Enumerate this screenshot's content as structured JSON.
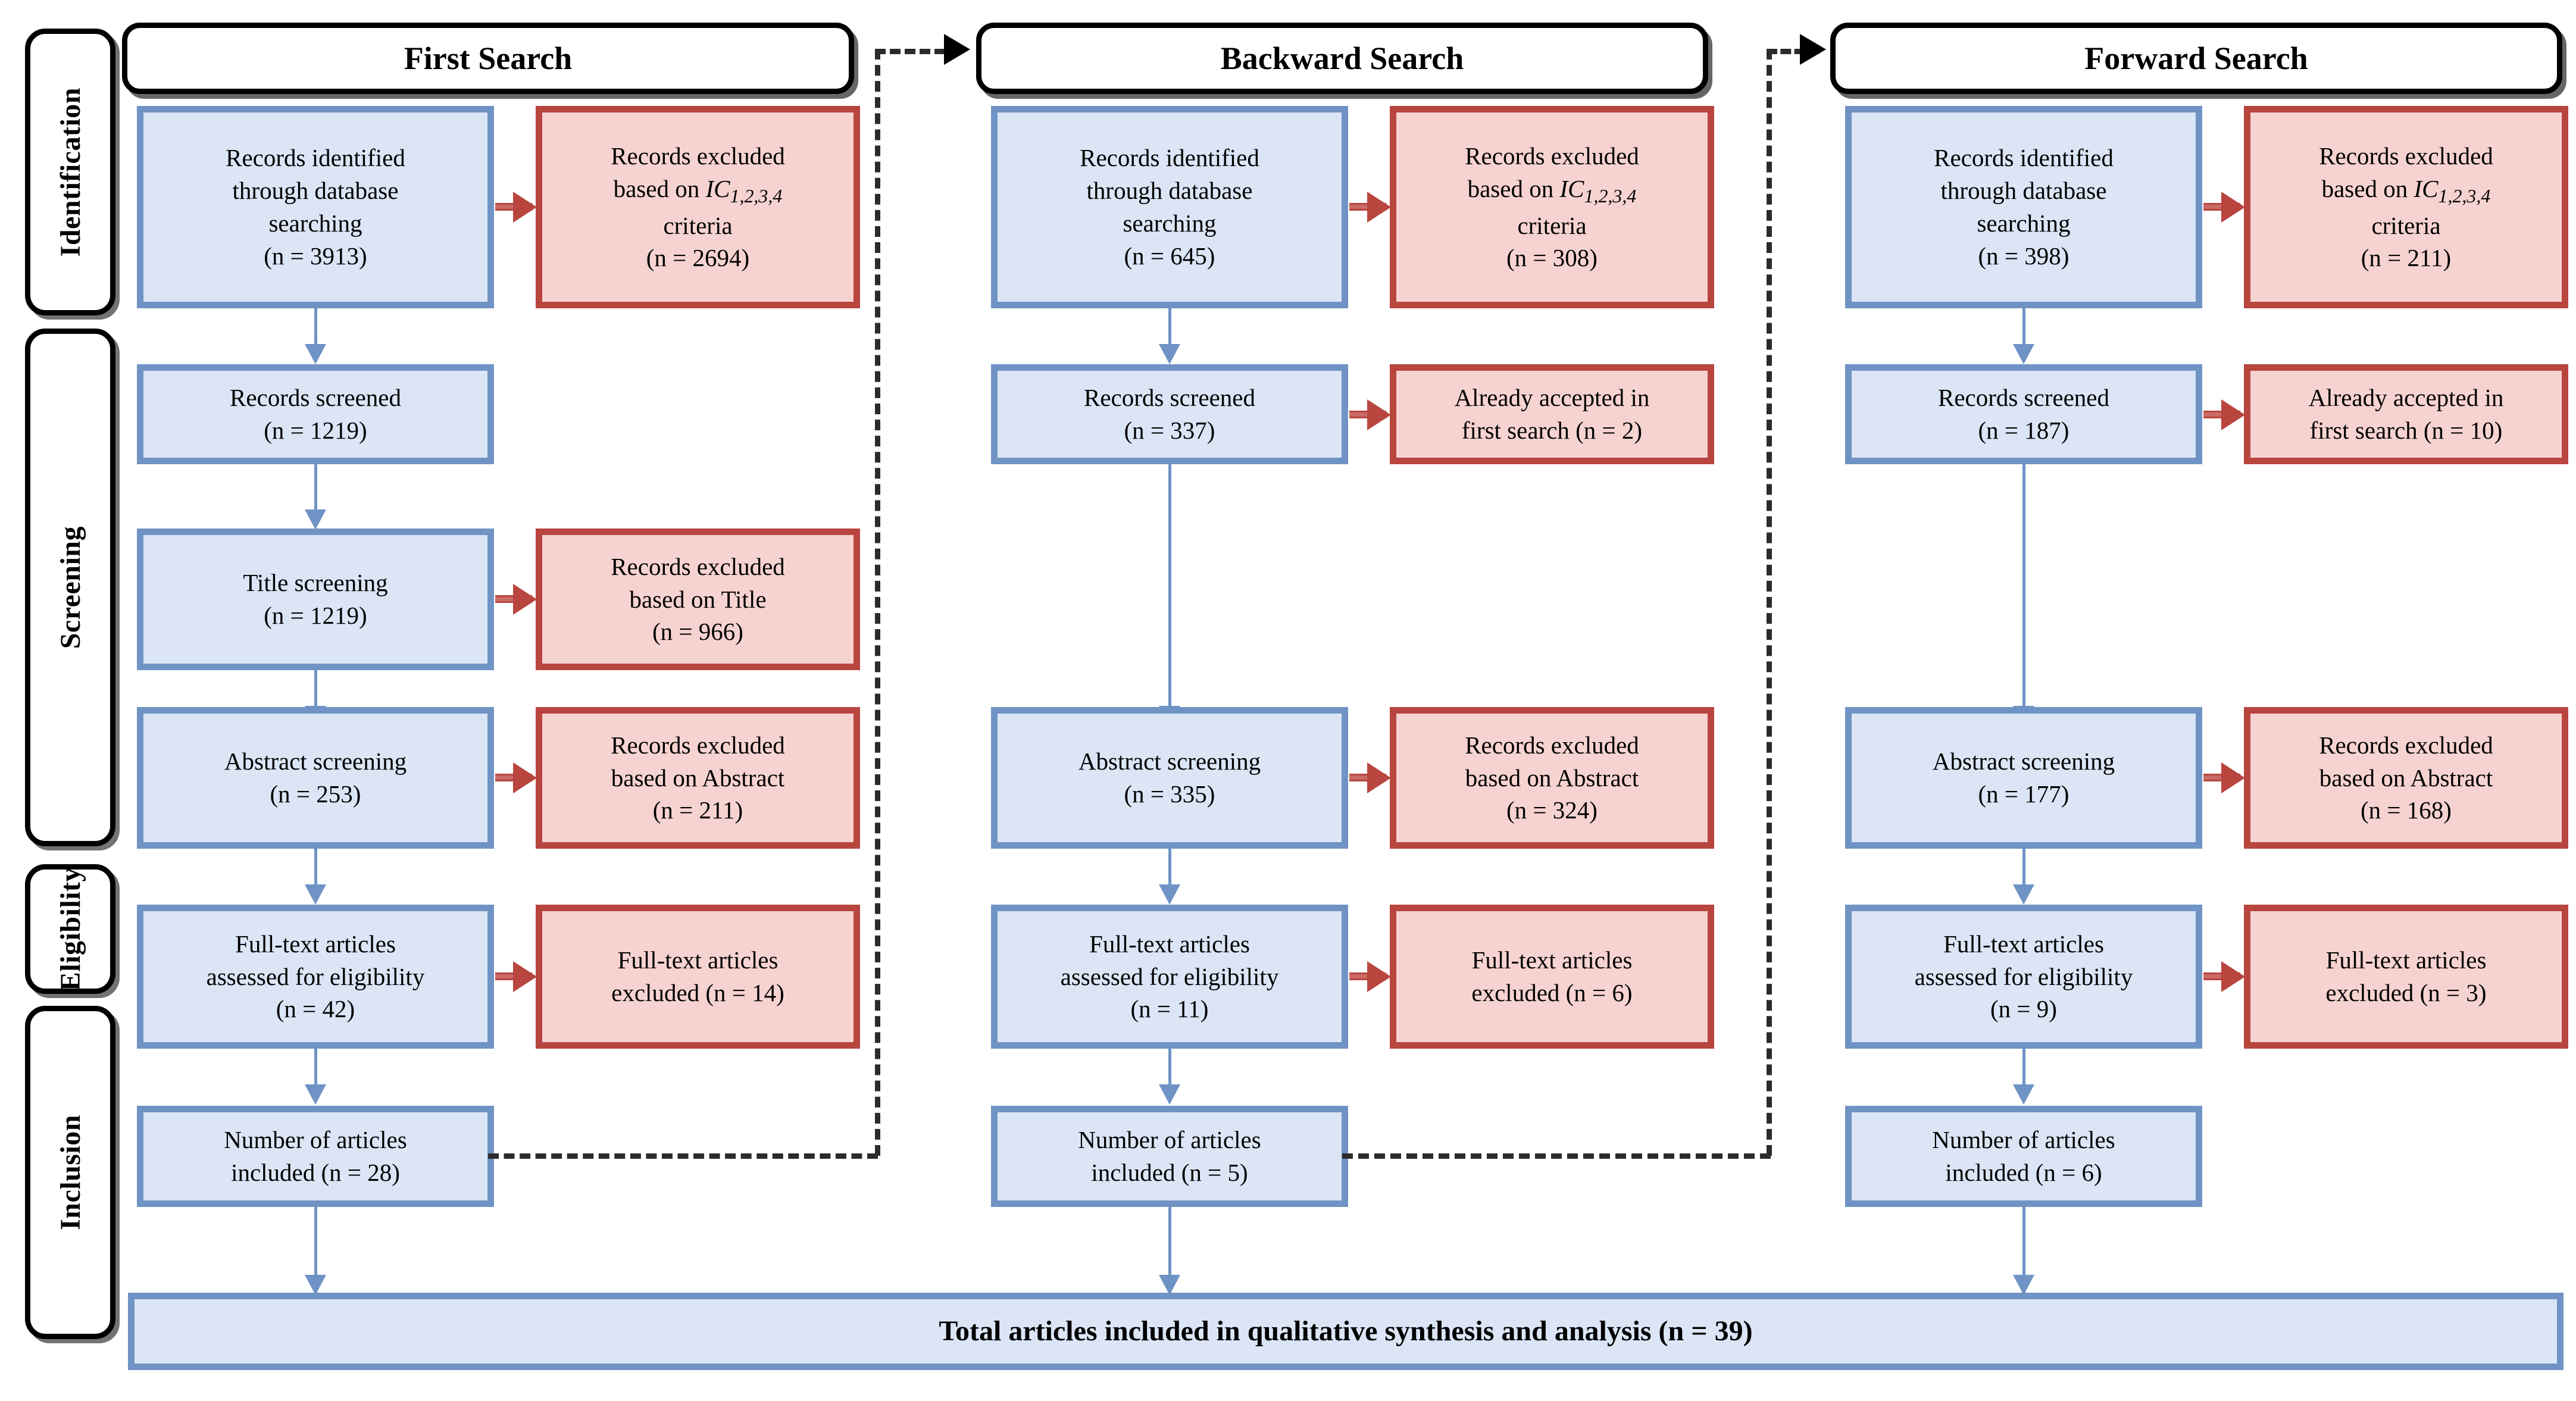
{
  "diagram": {
    "title": "PRISMA flow diagram",
    "colors": {
      "blue_fill": "#dbe5f5",
      "blue_border": "#6f93c5",
      "red_fill": "#f6d3d1",
      "red_border": "#b9453f",
      "rail_border": "#000000",
      "dashed_connector": "#2b2b2b"
    }
  },
  "stages": [
    {
      "label": "Identification"
    },
    {
      "label": "Screening"
    },
    {
      "label": "Eligibility"
    },
    {
      "label": "Inclusion"
    }
  ],
  "columns": [
    {
      "header": "First Search"
    },
    {
      "header": "Backward Search"
    },
    {
      "header": "Forward Search"
    }
  ],
  "boxes": {
    "c1": {
      "identified": {
        "l1": "Records identified",
        "l2": "through database",
        "l3": "searching",
        "l4": "(n = 3913)"
      },
      "excluded_ic": {
        "l1": "Records excluded",
        "l2pre": "based on ",
        "l2ic": "IC",
        "l2sub": "1,2,3,4",
        "l3": "criteria",
        "l4": "(n = 2694)"
      },
      "screened": {
        "l1": "Records screened",
        "l2": "(n = 1219)"
      },
      "title_screen": {
        "l1": "Title screening",
        "l2": "(n = 1219)"
      },
      "title_excl": {
        "l1": "Records excluded",
        "l2": "based on Title",
        "l3": "(n = 966)"
      },
      "abstract": {
        "l1": "Abstract screening",
        "l2": "(n = 253)"
      },
      "abs_excl": {
        "l1": "Records excluded",
        "l2": "based on Abstract",
        "l3": "(n = 211)"
      },
      "fulltext": {
        "l1": "Full-text articles",
        "l2": "assessed for eligibility",
        "l3": "(n = 42)"
      },
      "ft_excl": {
        "l1": "Full-text articles",
        "l2": "excluded (n = 14)"
      },
      "included": {
        "l1": "Number of articles",
        "l2": "included (n = 28)"
      }
    },
    "c2": {
      "identified": {
        "l1": "Records identified",
        "l2": "through database",
        "l3": "searching",
        "l4": "(n = 645)"
      },
      "excluded_ic": {
        "l1": "Records excluded",
        "l2pre": "based on ",
        "l2ic": "IC",
        "l2sub": "1,2,3,4",
        "l3": "criteria",
        "l4": "(n = 308)"
      },
      "screened": {
        "l1": "Records screened",
        "l2": "(n = 337)"
      },
      "already": {
        "l1": "Already accepted in",
        "l2": "first search (n = 2)"
      },
      "abstract": {
        "l1": "Abstract screening",
        "l2": "(n = 335)"
      },
      "abs_excl": {
        "l1": "Records excluded",
        "l2": "based on Abstract",
        "l3": "(n = 324)"
      },
      "fulltext": {
        "l1": "Full-text articles",
        "l2": "assessed for eligibility",
        "l3": "(n = 11)"
      },
      "ft_excl": {
        "l1": "Full-text articles",
        "l2": "excluded (n = 6)"
      },
      "included": {
        "l1": "Number of articles",
        "l2": "included (n = 5)"
      }
    },
    "c3": {
      "identified": {
        "l1": "Records identified",
        "l2": "through database",
        "l3": "searching",
        "l4": "(n = 398)"
      },
      "excluded_ic": {
        "l1": "Records excluded",
        "l2pre": "based on ",
        "l2ic": "IC",
        "l2sub": "1,2,3,4",
        "l3": "criteria",
        "l4": "(n = 211)"
      },
      "screened": {
        "l1": "Records screened",
        "l2": "(n = 187)"
      },
      "already": {
        "l1": "Already accepted in",
        "l2": "first search (n = 10)"
      },
      "abstract": {
        "l1": "Abstract screening",
        "l2": "(n = 177)"
      },
      "abs_excl": {
        "l1": "Records excluded",
        "l2": "based on Abstract",
        "l3": "(n = 168)"
      },
      "fulltext": {
        "l1": "Full-text articles",
        "l2": "assessed for eligibility",
        "l3": "(n = 9)"
      },
      "ft_excl": {
        "l1": "Full-text articles",
        "l2": "excluded (n = 3)"
      },
      "included": {
        "l1": "Number of articles",
        "l2": "included (n = 6)"
      }
    }
  },
  "total": {
    "label": "Total articles included in qualitative synthesis and analysis (n = 39)"
  }
}
